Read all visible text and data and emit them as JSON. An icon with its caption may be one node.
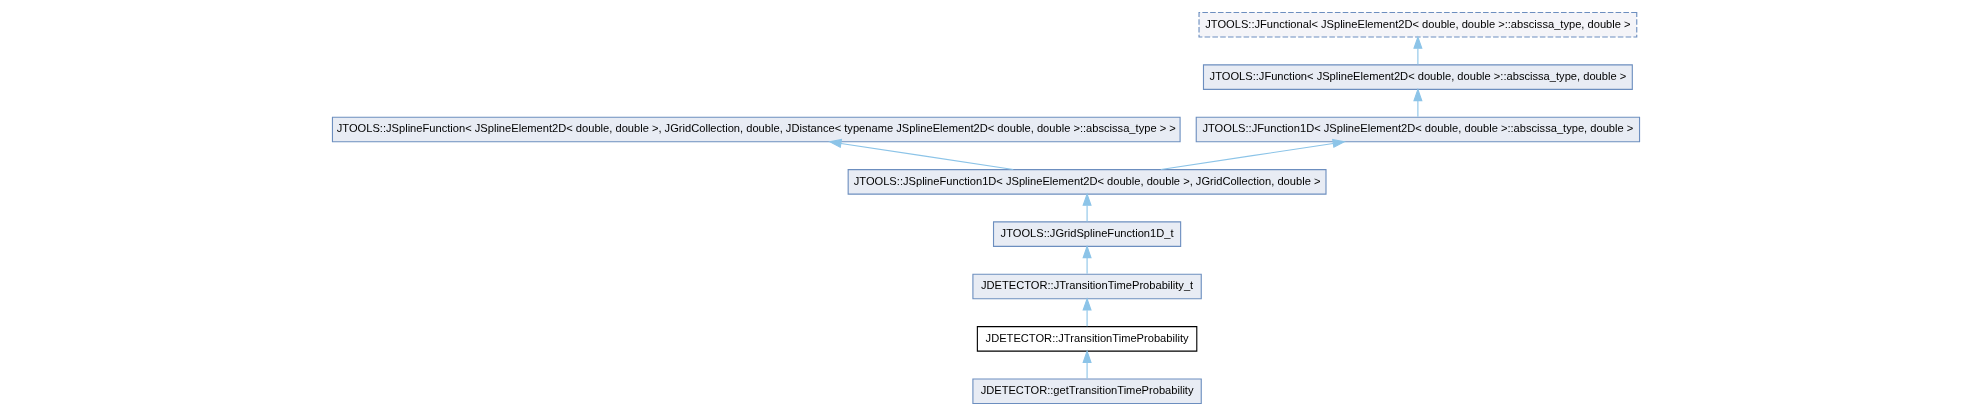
{
  "diagram": {
    "nodes": [
      {
        "text": [
          "JTOOLS::JFunctional< JSplineElement2D< double, double >::abscissa_type, double >"
        ]
      },
      {
        "text": [
          "JTOOLS::JFunction< JSplineElement2D< double, double >::abscissa_type, double >"
        ]
      },
      {
        "text": [
          "JTOOLS::JSplineFunction< JSplineElement2D< double, double >, JGridCollection, double, JDistance< typename JSplineElement2D< double, double >::abscissa_type > >"
        ]
      },
      {
        "text": [
          "JTOOLS::JFunction1D< JSplineElement2D< double, double >::abscissa_type, double >"
        ]
      },
      {
        "text": [
          "JTOOLS::JSplineFunction1D< JSplineElement2D< double, double >, JGridCollection, double >"
        ]
      },
      {
        "text": [
          "JTOOLS::JGridSplineFunction1D_t"
        ]
      },
      {
        "text": [
          "JDETECTOR::JTransitionTimeProbability_t"
        ]
      },
      {
        "text": [
          "JDETECTOR::JTransitionTimeProbability"
        ]
      },
      {
        "text": [
          "JDETECTOR::getTransitionTimeProbability"
        ]
      }
    ],
    "edges": [
      {
        "from": 1,
        "to": 0,
        "arrow": "to"
      },
      {
        "from": 3,
        "to": 1,
        "arrow": "to"
      },
      {
        "from": 4,
        "to": 2,
        "arrow": "to"
      },
      {
        "from": 4,
        "to": 3,
        "arrow": "to"
      },
      {
        "from": 5,
        "to": 4,
        "arrow": "to"
      },
      {
        "from": 6,
        "to": 5,
        "arrow": "to"
      },
      {
        "from": 7,
        "to": 6,
        "arrow": "to"
      },
      {
        "from": 8,
        "to": 7,
        "arrow": "to"
      }
    ]
  }
}
